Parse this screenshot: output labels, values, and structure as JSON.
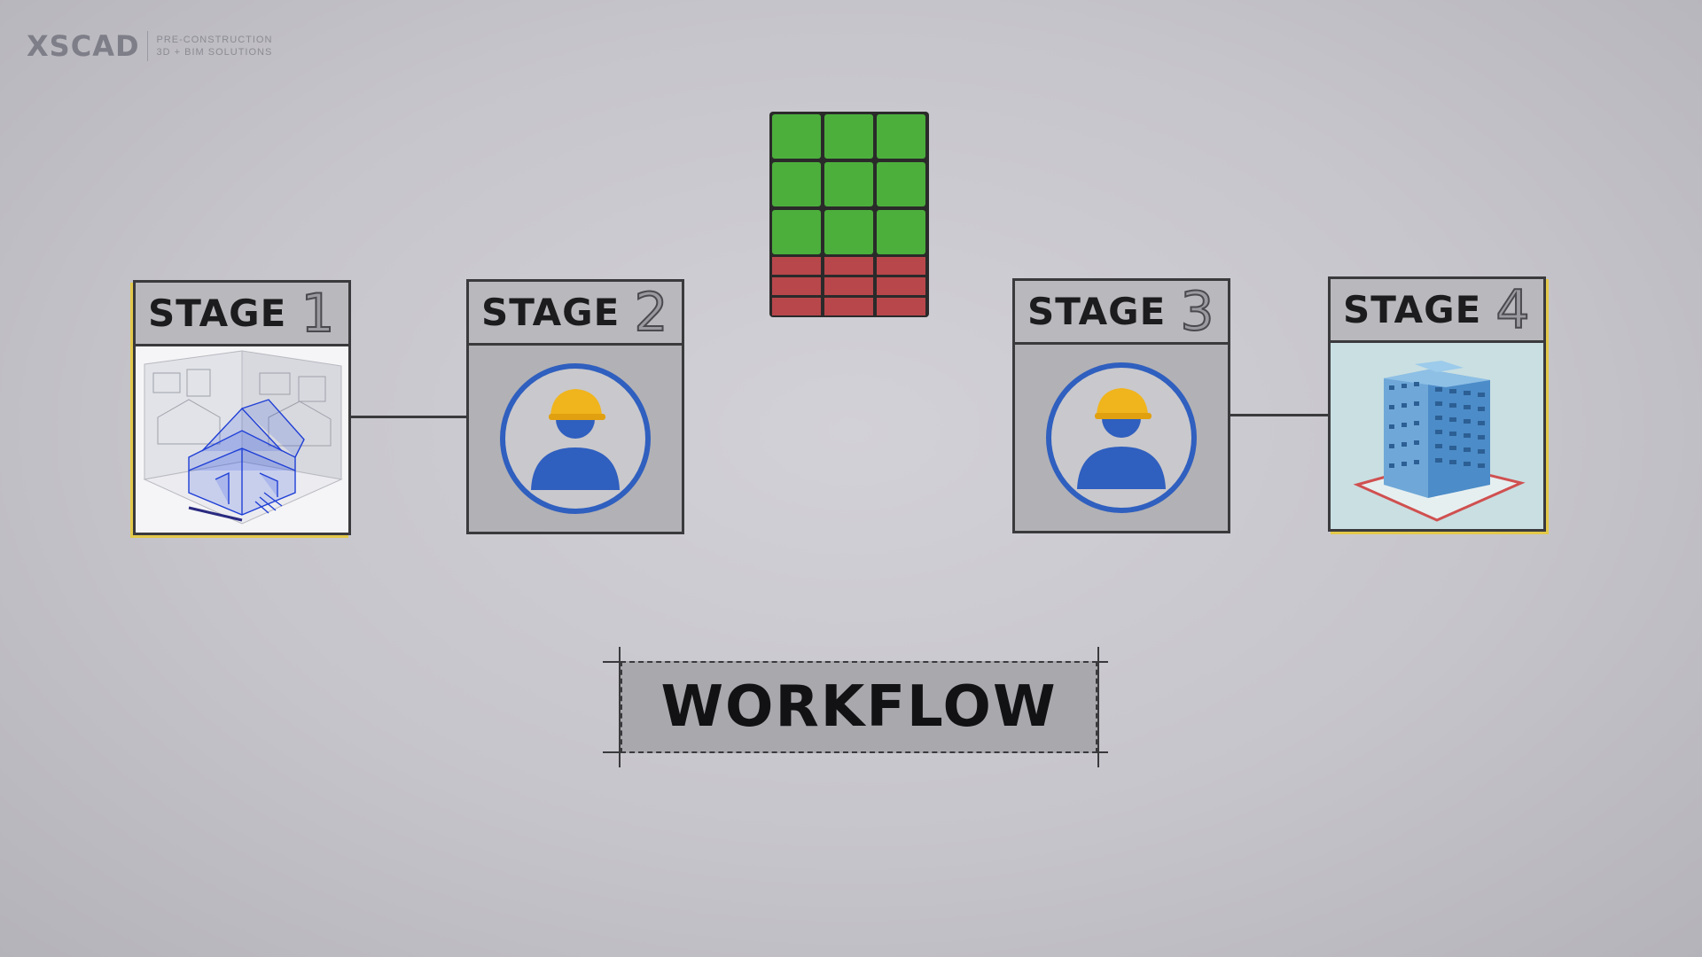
{
  "logo": {
    "mark": "XSCAD",
    "tagline_1": "PRE-CONSTRUCTION",
    "tagline_2": "3D + BIM SOLUTIONS"
  },
  "stages": [
    {
      "label": "STAGE",
      "number": "1",
      "image": "house-blueprint-illustration"
    },
    {
      "label": "STAGE",
      "number": "2",
      "image": "worker-hard-hat-icon"
    },
    {
      "label": "STAGE",
      "number": "3",
      "image": "worker-hard-hat-icon"
    },
    {
      "label": "STAGE",
      "number": "4",
      "image": "apartment-building-illustration"
    }
  ],
  "center_graphic": "rubiks-cube",
  "workflow_label": "WORKFLOW",
  "colors": {
    "background": "#c8c7cd",
    "frame": "#3a3a3d",
    "worker_blue": "#2f5fbf",
    "hard_hat": "#f0b41c",
    "cube_green": "#4caf3c",
    "cube_red": "#b8474b"
  }
}
